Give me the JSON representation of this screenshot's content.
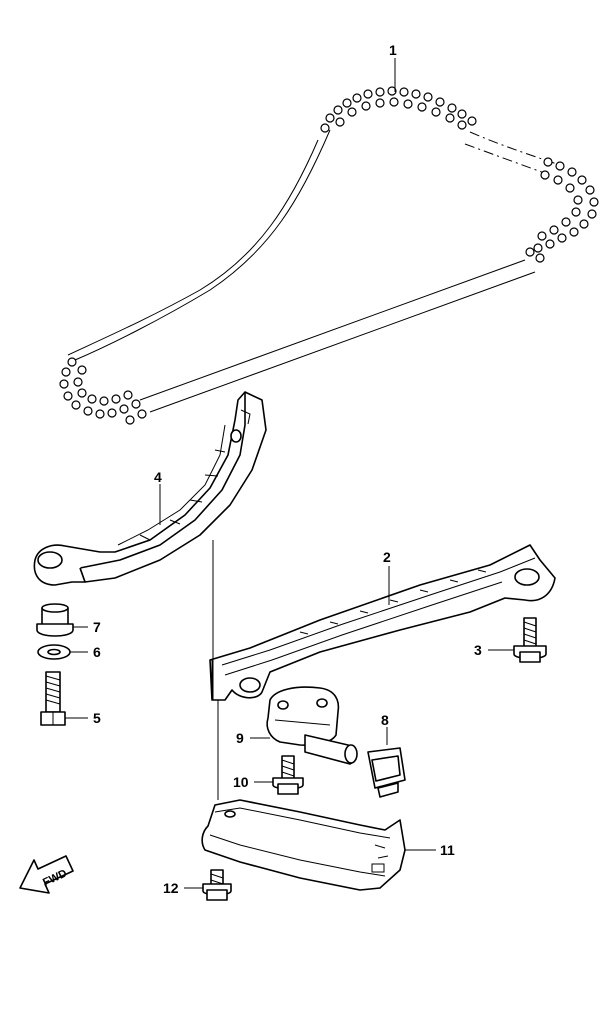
{
  "parts": [
    {
      "id": "chain",
      "callout": "1"
    },
    {
      "id": "guide-rail",
      "callout": "2"
    },
    {
      "id": "guide-bolt",
      "callout": "3"
    },
    {
      "id": "tensioner-arm",
      "callout": "4"
    },
    {
      "id": "arm-bolt",
      "callout": "5"
    },
    {
      "id": "washer",
      "callout": "6"
    },
    {
      "id": "bushing",
      "callout": "7"
    },
    {
      "id": "tensioner-clip",
      "callout": "8"
    },
    {
      "id": "tensioner",
      "callout": "9"
    },
    {
      "id": "tensioner-bolt",
      "callout": "10"
    },
    {
      "id": "cover-plate",
      "callout": "11"
    },
    {
      "id": "plate-bolt",
      "callout": "12"
    }
  ],
  "direction_indicator": {
    "label": "FWD"
  }
}
